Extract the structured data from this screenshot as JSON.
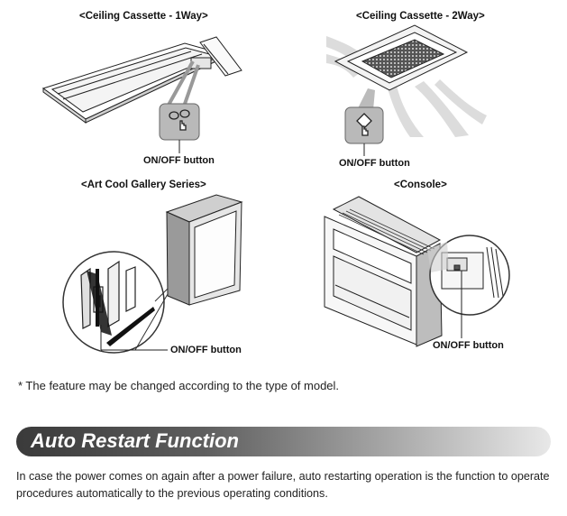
{
  "figures": {
    "cassette_1way": {
      "caption": "<Ceiling Cassette - 1Way>",
      "button_label": "ON/OFF button"
    },
    "cassette_2way": {
      "caption": "<Ceiling Cassette - 2Way>",
      "button_label": "ON/OFF button"
    },
    "art_cool": {
      "caption": "<Art Cool Gallery Series>",
      "button_label": "ON/OFF button"
    },
    "console": {
      "caption": "<Console>",
      "button_label": "ON/OFF button"
    }
  },
  "note": "* The feature may be changed according to the type of model.",
  "section": {
    "title": "Auto Restart Function",
    "body": "In case the power comes on again after a power failure, auto restarting operation is the function to operate procedures automatically to the previous operating conditions."
  }
}
